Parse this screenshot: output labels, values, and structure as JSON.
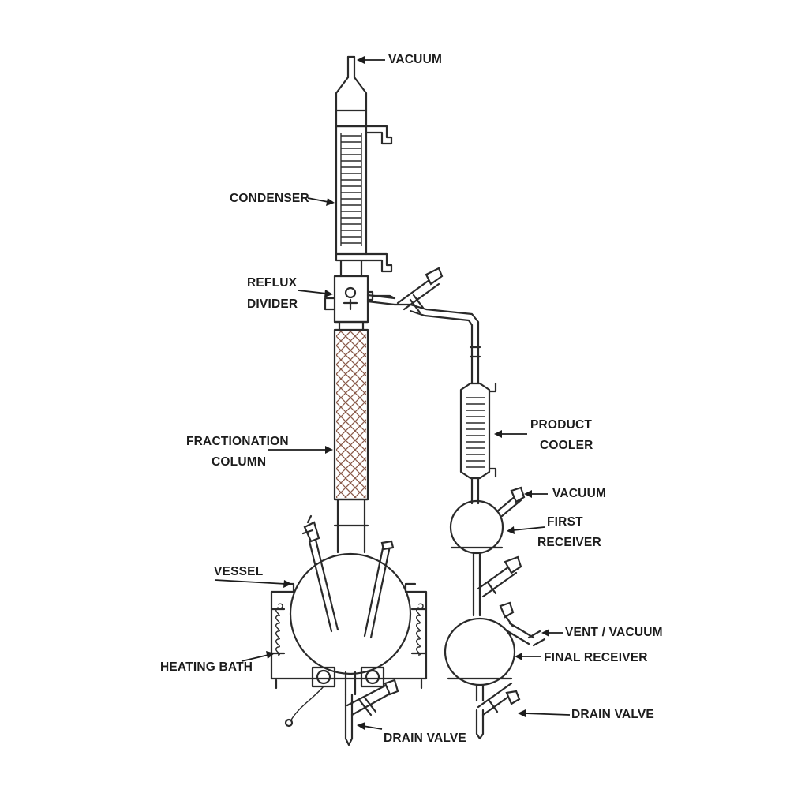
{
  "labels": {
    "vacuum_top": "VACUUM",
    "condenser": "CONDENSER",
    "reflux_divider_line1": "REFLUX",
    "reflux_divider_line2": "DIVIDER",
    "fractionation_line1": "FRACTIONATION",
    "fractionation_line2": "COLUMN",
    "vessel": "VESSEL",
    "heating_bath": "HEATING BATH",
    "drain_valve_left": "DRAIN VALVE",
    "product_cooler_line1": "PRODUCT",
    "product_cooler_line2": "COOLER",
    "vacuum_right": "VACUUM",
    "first_receiver_line1": "FIRST",
    "first_receiver_line2": "RECEIVER",
    "vent_vacuum": "VENT / VACUUM",
    "final_receiver": "FINAL RECEIVER",
    "drain_valve_right": "DRAIN VALVE"
  },
  "colors": {
    "line": "#2a2a2a",
    "packing": "#8a5a4a",
    "text": "#1c1c1c",
    "background": "#ffffff"
  }
}
